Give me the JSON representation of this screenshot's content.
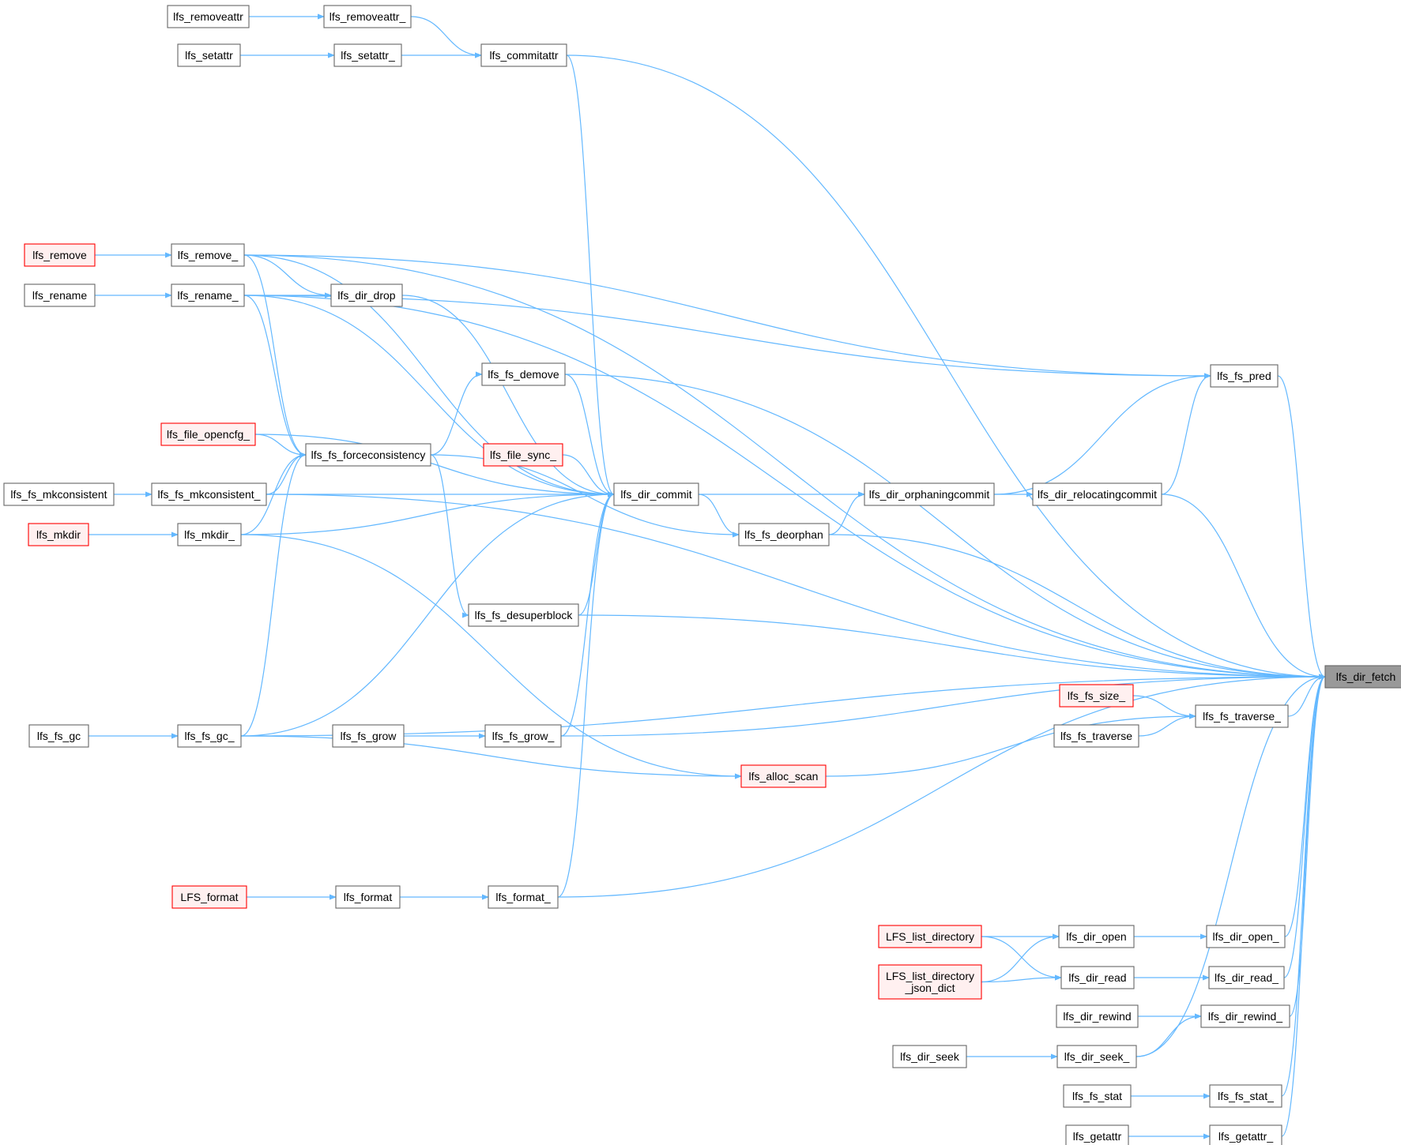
{
  "diagram": {
    "colors": {
      "edge": "#63b8ff",
      "node_border": "#666666",
      "node_fill": "#ffffff",
      "link_error_border": "#ff0000",
      "link_error_fill": "#fff0f0",
      "root_fill": "#999999",
      "root_border": "#666666"
    },
    "nodes": [
      {
        "id": "lfs_removeattr",
        "label": "lfs_removeattr"
      },
      {
        "id": "lfs_removeattr_",
        "label": "lfs_removeattr_"
      },
      {
        "id": "lfs_setattr",
        "label": "lfs_setattr"
      },
      {
        "id": "lfs_setattr_",
        "label": "lfs_setattr_"
      },
      {
        "id": "lfs_commitattr",
        "label": "lfs_commitattr"
      },
      {
        "id": "lfs_remove",
        "label": "lfs_remove",
        "style": "error"
      },
      {
        "id": "lfs_remove_",
        "label": "lfs_remove_"
      },
      {
        "id": "lfs_rename",
        "label": "lfs_rename"
      },
      {
        "id": "lfs_rename_",
        "label": "lfs_rename_"
      },
      {
        "id": "lfs_dir_drop",
        "label": "lfs_dir_drop"
      },
      {
        "id": "lfs_fs_demove",
        "label": "lfs_fs_demove"
      },
      {
        "id": "lfs_file_opencfg_",
        "label": "lfs_file_opencfg_",
        "style": "error"
      },
      {
        "id": "lfs_fs_forceconsistency",
        "label": "lfs_fs_forceconsistency"
      },
      {
        "id": "lfs_file_sync_",
        "label": "lfs_file_sync_",
        "style": "error"
      },
      {
        "id": "lfs_fs_mkconsistent",
        "label": "lfs_fs_mkconsistent"
      },
      {
        "id": "lfs_fs_mkconsistent_",
        "label": "lfs_fs_mkconsistent_"
      },
      {
        "id": "lfs_dir_commit",
        "label": "lfs_dir_commit"
      },
      {
        "id": "lfs_dir_orphaningcommit",
        "label": "lfs_dir_orphaningcommit"
      },
      {
        "id": "lfs_dir_relocatingcommit",
        "label": "lfs_dir_relocatingcommit"
      },
      {
        "id": "lfs_fs_pred",
        "label": "lfs_fs_pred"
      },
      {
        "id": "lfs_mkdir",
        "label": "lfs_mkdir",
        "style": "error"
      },
      {
        "id": "lfs_mkdir_",
        "label": "lfs_mkdir_"
      },
      {
        "id": "lfs_fs_deorphan",
        "label": "lfs_fs_deorphan"
      },
      {
        "id": "lfs_fs_desuperblock",
        "label": "lfs_fs_desuperblock"
      },
      {
        "id": "lfs_dir_fetch",
        "label": "lfs_dir_fetch",
        "style": "root"
      },
      {
        "id": "lfs_fs_size_",
        "label": "lfs_fs_size_",
        "style": "error"
      },
      {
        "id": "lfs_fs_traverse_",
        "label": "lfs_fs_traverse_"
      },
      {
        "id": "lfs_fs_traverse",
        "label": "lfs_fs_traverse"
      },
      {
        "id": "lfs_fs_gc",
        "label": "lfs_fs_gc"
      },
      {
        "id": "lfs_fs_gc_",
        "label": "lfs_fs_gc_"
      },
      {
        "id": "lfs_fs_grow",
        "label": "lfs_fs_grow"
      },
      {
        "id": "lfs_fs_grow_",
        "label": "lfs_fs_grow_"
      },
      {
        "id": "lfs_alloc_scan",
        "label": "lfs_alloc_scan",
        "style": "error"
      },
      {
        "id": "LFS_format",
        "label": "LFS_format",
        "style": "error"
      },
      {
        "id": "lfs_format",
        "label": "lfs_format"
      },
      {
        "id": "lfs_format_",
        "label": "lfs_format_"
      },
      {
        "id": "LFS_list_directory",
        "label": "LFS_list_directory",
        "style": "error"
      },
      {
        "id": "lfs_dir_open",
        "label": "lfs_dir_open"
      },
      {
        "id": "lfs_dir_open_",
        "label": "lfs_dir_open_"
      },
      {
        "id": "LFS_list_directory_json_dict",
        "label": "LFS_list_directory\n_json_dict",
        "style": "error"
      },
      {
        "id": "lfs_dir_read",
        "label": "lfs_dir_read"
      },
      {
        "id": "lfs_dir_read_",
        "label": "lfs_dir_read_"
      },
      {
        "id": "lfs_dir_rewind",
        "label": "lfs_dir_rewind"
      },
      {
        "id": "lfs_dir_rewind_",
        "label": "lfs_dir_rewind_"
      },
      {
        "id": "lfs_dir_seek",
        "label": "lfs_dir_seek"
      },
      {
        "id": "lfs_dir_seek_",
        "label": "lfs_dir_seek_"
      },
      {
        "id": "lfs_fs_stat",
        "label": "lfs_fs_stat"
      },
      {
        "id": "lfs_fs_stat_",
        "label": "lfs_fs_stat_"
      },
      {
        "id": "lfs_getattr",
        "label": "lfs_getattr"
      },
      {
        "id": "lfs_getattr_",
        "label": "lfs_getattr_"
      }
    ],
    "edges": [
      {
        "from": "lfs_removeattr",
        "to": "lfs_removeattr_"
      },
      {
        "from": "lfs_setattr",
        "to": "lfs_setattr_"
      },
      {
        "from": "lfs_removeattr_",
        "to": "lfs_commitattr"
      },
      {
        "from": "lfs_setattr_",
        "to": "lfs_commitattr"
      },
      {
        "from": "lfs_commitattr",
        "to": "lfs_dir_fetch"
      },
      {
        "from": "lfs_commitattr",
        "to": "lfs_dir_commit"
      },
      {
        "from": "lfs_remove",
        "to": "lfs_remove_"
      },
      {
        "from": "lfs_rename",
        "to": "lfs_rename_"
      },
      {
        "from": "lfs_remove_",
        "to": "lfs_dir_fetch"
      },
      {
        "from": "lfs_rename_",
        "to": "lfs_dir_fetch"
      },
      {
        "from": "lfs_remove_",
        "to": "lfs_fs_pred"
      },
      {
        "from": "lfs_rename_",
        "to": "lfs_fs_pred"
      },
      {
        "from": "lfs_remove_",
        "to": "lfs_dir_commit"
      },
      {
        "from": "lfs_rename_",
        "to": "lfs_dir_commit"
      },
      {
        "from": "lfs_remove_",
        "to": "lfs_dir_drop"
      },
      {
        "from": "lfs_rename_",
        "to": "lfs_dir_drop"
      },
      {
        "from": "lfs_remove_",
        "to": "lfs_fs_forceconsistency"
      },
      {
        "from": "lfs_rename_",
        "to": "lfs_fs_forceconsistency"
      },
      {
        "from": "lfs_dir_drop",
        "to": "lfs_dir_commit"
      },
      {
        "from": "lfs_fs_demove",
        "to": "lfs_dir_commit"
      },
      {
        "from": "lfs_fs_demove",
        "to": "lfs_dir_fetch"
      },
      {
        "from": "lfs_fs_forceconsistency",
        "to": "lfs_fs_demove"
      },
      {
        "from": "lfs_fs_forceconsistency",
        "to": "lfs_fs_deorphan"
      },
      {
        "from": "lfs_fs_forceconsistency",
        "to": "lfs_fs_desuperblock"
      },
      {
        "from": "lfs_file_opencfg_",
        "to": "lfs_fs_forceconsistency"
      },
      {
        "from": "lfs_file_opencfg_",
        "to": "lfs_dir_commit"
      },
      {
        "from": "lfs_file_sync_",
        "to": "lfs_dir_commit"
      },
      {
        "from": "lfs_fs_mkconsistent",
        "to": "lfs_fs_mkconsistent_"
      },
      {
        "from": "lfs_fs_mkconsistent_",
        "to": "lfs_fs_forceconsistency"
      },
      {
        "from": "lfs_fs_mkconsistent_",
        "to": "lfs_dir_commit"
      },
      {
        "from": "lfs_fs_mkconsistent_",
        "to": "lfs_dir_fetch"
      },
      {
        "from": "lfs_mkdir",
        "to": "lfs_mkdir_"
      },
      {
        "from": "lfs_mkdir_",
        "to": "lfs_fs_forceconsistency"
      },
      {
        "from": "lfs_mkdir_",
        "to": "lfs_dir_commit"
      },
      {
        "from": "lfs_mkdir_",
        "to": "lfs_alloc_scan"
      },
      {
        "from": "lfs_dir_commit",
        "to": "lfs_dir_orphaningcommit"
      },
      {
        "from": "lfs_dir_commit",
        "to": "lfs_fs_deorphan"
      },
      {
        "from": "lfs_fs_deorphan",
        "to": "lfs_dir_orphaningcommit"
      },
      {
        "from": "lfs_fs_deorphan",
        "to": "lfs_dir_fetch"
      },
      {
        "from": "lfs_dir_orphaningcommit",
        "to": "lfs_dir_relocatingcommit"
      },
      {
        "from": "lfs_dir_orphaningcommit",
        "to": "lfs_fs_pred"
      },
      {
        "from": "lfs_dir_relocatingcommit",
        "to": "lfs_fs_pred"
      },
      {
        "from": "lfs_dir_relocatingcommit",
        "to": "lfs_dir_fetch"
      },
      {
        "from": "lfs_fs_pred",
        "to": "lfs_dir_fetch"
      },
      {
        "from": "lfs_fs_desuperblock",
        "to": "lfs_dir_commit"
      },
      {
        "from": "lfs_fs_desuperblock",
        "to": "lfs_dir_fetch"
      },
      {
        "from": "lfs_fs_gc",
        "to": "lfs_fs_gc_"
      },
      {
        "from": "lfs_fs_gc_",
        "to": "lfs_fs_forceconsistency"
      },
      {
        "from": "lfs_fs_gc_",
        "to": "lfs_dir_commit"
      },
      {
        "from": "lfs_fs_gc_",
        "to": "lfs_alloc_scan"
      },
      {
        "from": "lfs_fs_gc_",
        "to": "lfs_dir_fetch"
      },
      {
        "from": "lfs_fs_grow",
        "to": "lfs_fs_grow_"
      },
      {
        "from": "lfs_fs_grow_",
        "to": "lfs_dir_commit"
      },
      {
        "from": "lfs_fs_grow_",
        "to": "lfs_dir_fetch"
      },
      {
        "from": "lfs_alloc_scan",
        "to": "lfs_fs_traverse_"
      },
      {
        "from": "lfs_fs_size_",
        "to": "lfs_fs_traverse_"
      },
      {
        "from": "lfs_fs_traverse",
        "to": "lfs_fs_traverse_"
      },
      {
        "from": "lfs_fs_traverse_",
        "to": "lfs_dir_fetch"
      },
      {
        "from": "LFS_format",
        "to": "lfs_format"
      },
      {
        "from": "lfs_format",
        "to": "lfs_format_"
      },
      {
        "from": "lfs_format_",
        "to": "lfs_dir_commit"
      },
      {
        "from": "lfs_format_",
        "to": "lfs_dir_fetch"
      },
      {
        "from": "LFS_list_directory",
        "to": "lfs_dir_open"
      },
      {
        "from": "LFS_list_directory",
        "to": "lfs_dir_read"
      },
      {
        "from": "LFS_list_directory_json_dict",
        "to": "lfs_dir_open"
      },
      {
        "from": "LFS_list_directory_json_dict",
        "to": "lfs_dir_read"
      },
      {
        "from": "lfs_dir_open",
        "to": "lfs_dir_open_"
      },
      {
        "from": "lfs_dir_read",
        "to": "lfs_dir_read_"
      },
      {
        "from": "lfs_dir_rewind",
        "to": "lfs_dir_rewind_"
      },
      {
        "from": "lfs_dir_seek",
        "to": "lfs_dir_seek_"
      },
      {
        "from": "lfs_dir_seek_",
        "to": "lfs_dir_rewind_"
      },
      {
        "from": "lfs_dir_seek_",
        "to": "lfs_dir_fetch"
      },
      {
        "from": "lfs_fs_stat",
        "to": "lfs_fs_stat_"
      },
      {
        "from": "lfs_getattr",
        "to": "lfs_getattr_"
      },
      {
        "from": "lfs_dir_open_",
        "to": "lfs_dir_fetch"
      },
      {
        "from": "lfs_dir_read_",
        "to": "lfs_dir_fetch"
      },
      {
        "from": "lfs_dir_rewind_",
        "to": "lfs_dir_fetch"
      },
      {
        "from": "lfs_fs_stat_",
        "to": "lfs_dir_fetch"
      },
      {
        "from": "lfs_getattr_",
        "to": "lfs_dir_fetch"
      }
    ]
  }
}
